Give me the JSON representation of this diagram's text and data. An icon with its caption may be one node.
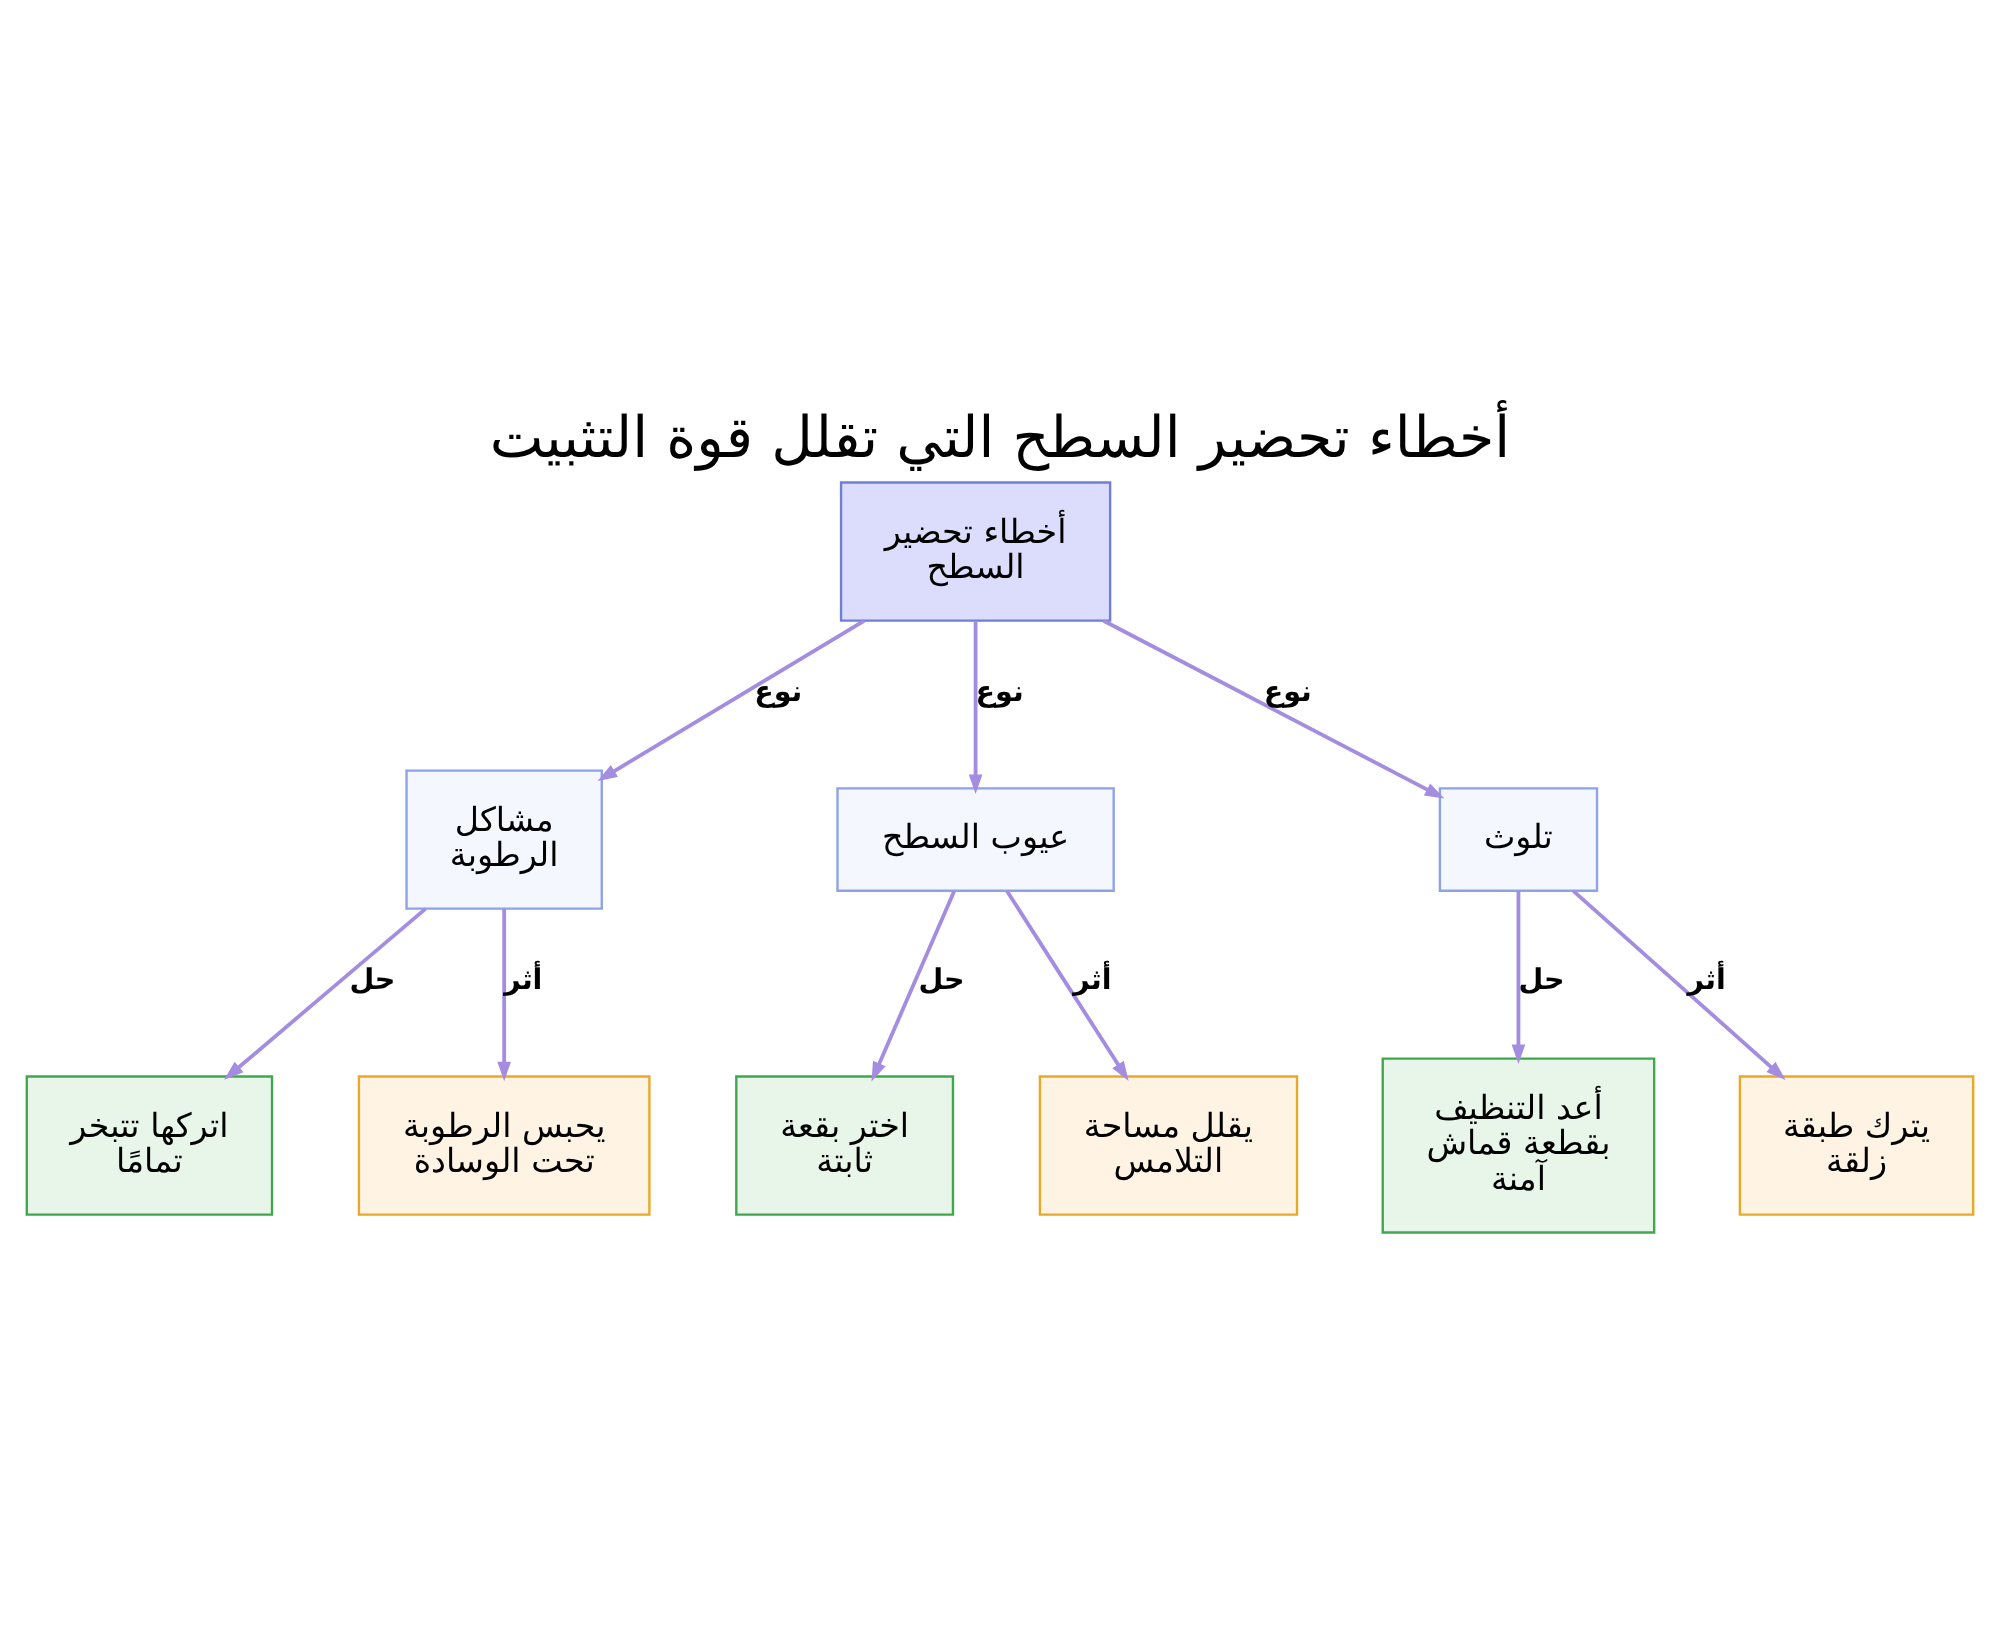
{
  "diagram": {
    "title": "أخطاء تحضير السطح التي تقلل قوة التثبيت",
    "nodes": [
      {
        "text": [
          "أخطاء تحضير السطح"
        ]
      },
      {
        "text": [
          "مشاكل الرطوبة"
        ]
      },
      {
        "text": [
          "عيوب السطح"
        ]
      },
      {
        "text": [
          "تلوث"
        ]
      },
      {
        "text": [
          "اتركها تتبخر تمامًا"
        ]
      },
      {
        "text": [
          "يحبس الرطوبة تحت الوسادة"
        ]
      },
      {
        "text": [
          "اختر بقعة ثابتة"
        ]
      },
      {
        "text": [
          "يقلل مساحة التلامس"
        ]
      },
      {
        "text": [
          "أعد التنظيف بقطعة قماش آمنة"
        ]
      },
      {
        "text": [
          "يترك طبقة زلقة"
        ]
      }
    ],
    "edges": [
      {
        "from": 0,
        "to": 1,
        "arrow": "to",
        "label": "نوع"
      },
      {
        "from": 0,
        "to": 2,
        "arrow": "to",
        "label": "نوع"
      },
      {
        "from": 0,
        "to": 3,
        "arrow": "to",
        "label": "نوع"
      },
      {
        "from": 1,
        "to": 4,
        "arrow": "to",
        "label": "حل"
      },
      {
        "from": 1,
        "to": 5,
        "arrow": "to",
        "label": "أثر"
      },
      {
        "from": 2,
        "to": 6,
        "arrow": "to",
        "label": "حل"
      },
      {
        "from": 2,
        "to": 7,
        "arrow": "to",
        "label": "أثر"
      },
      {
        "from": 3,
        "to": 8,
        "arrow": "to",
        "label": "حل"
      },
      {
        "from": 3,
        "to": 9,
        "arrow": "to",
        "label": "أثر"
      }
    ]
  }
}
